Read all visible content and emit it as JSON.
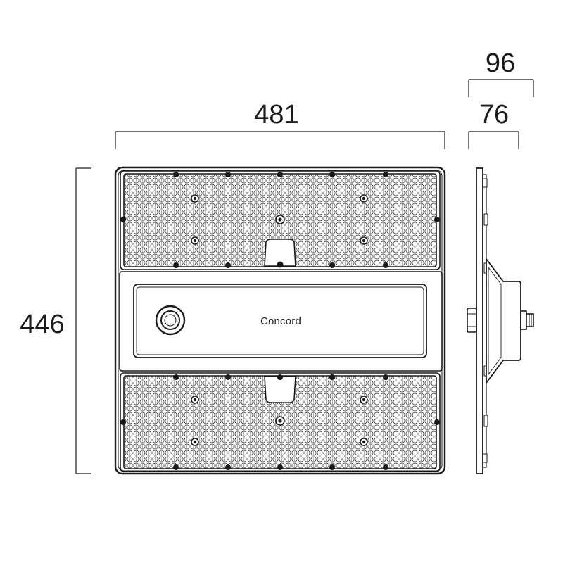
{
  "dimensions": {
    "width": "481",
    "height": "446",
    "depth_total": "96",
    "depth_body": "76"
  },
  "logo": {
    "brand": "Concord"
  },
  "colors": {
    "line": "#1a1a1a",
    "panel": "#555555",
    "background": "#ffffff"
  }
}
